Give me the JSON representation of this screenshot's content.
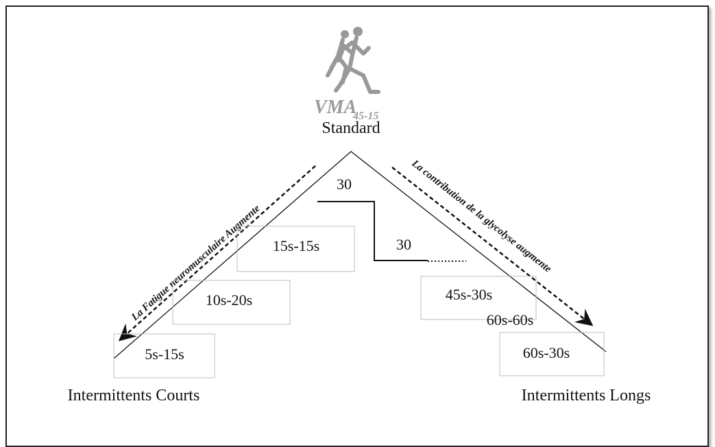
{
  "logo": {
    "main_text": "VMA",
    "subscript": "45-15"
  },
  "standard_label": "Standard",
  "left_arrow_label": "La Fatigue neuromusculaire Augmente",
  "right_arrow_label": "La contribution de la glycolyse augmente",
  "step_labels": [
    "30",
    "30"
  ],
  "protocols": {
    "p15_15": "15s-15s",
    "p10_20": "10s-20s",
    "p5_15": "5s-15s",
    "p45_30": "45s-30s",
    "p60_60": "60s-60s",
    "p60_30": "60s-30s"
  },
  "bottom_labels": {
    "left": "Intermittents Courts",
    "right": "Intermittents Longs"
  },
  "colors": {
    "line": "#111111",
    "box_border": "#bdbdbd",
    "logo": "#9a9a9a"
  }
}
